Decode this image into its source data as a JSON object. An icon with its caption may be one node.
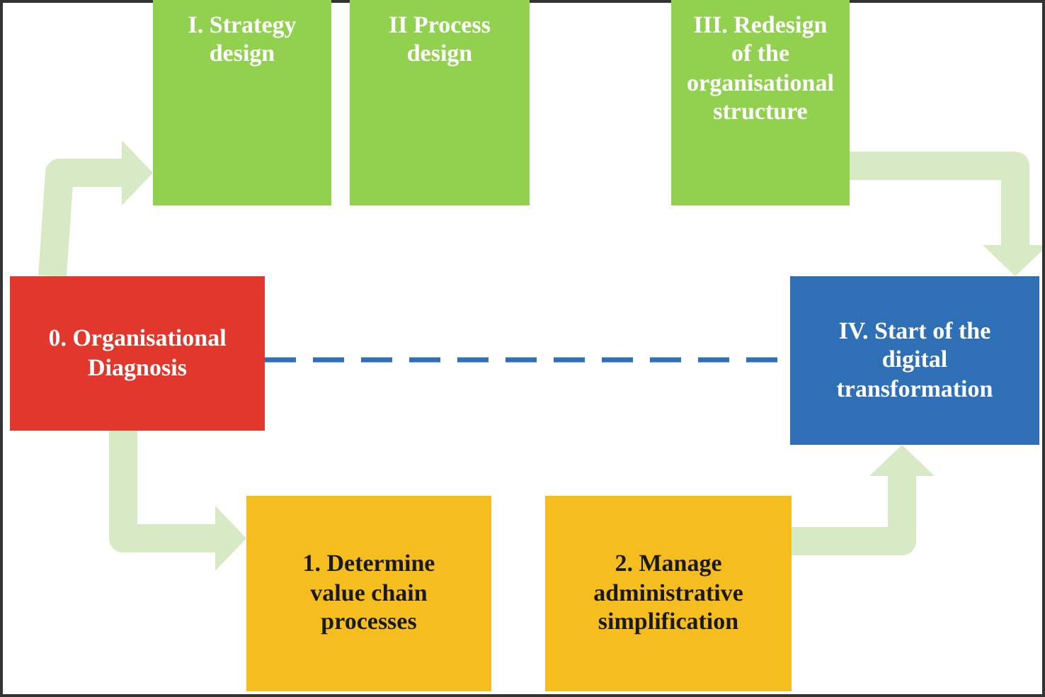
{
  "diagram": {
    "nodes": [
      {
        "text": [
          "0. Organisational Diagnosis"
        ]
      },
      {
        "text": [
          "I. Strategy design"
        ]
      },
      {
        "text": [
          "II Process design"
        ]
      },
      {
        "text": [
          "III. Redesign of the organisational structure"
        ]
      },
      {
        "text": [
          "IV. Start of the digital transformation"
        ]
      },
      {
        "text": [
          "1. Determine value chain processes"
        ]
      },
      {
        "text": [
          "2. Manage administrative simplification"
        ]
      }
    ],
    "edges": [
      {
        "from": 0,
        "to": 1,
        "arrow": "to"
      },
      {
        "from": 3,
        "to": 4,
        "arrow": "to"
      },
      {
        "from": 0,
        "to": 5,
        "arrow": "to"
      },
      {
        "from": 6,
        "to": 4,
        "arrow": "to"
      },
      {
        "from": 0,
        "to": 4,
        "arrow": "none",
        "style": "dashed",
        "color": "#2e6fb5"
      }
    ]
  }
}
